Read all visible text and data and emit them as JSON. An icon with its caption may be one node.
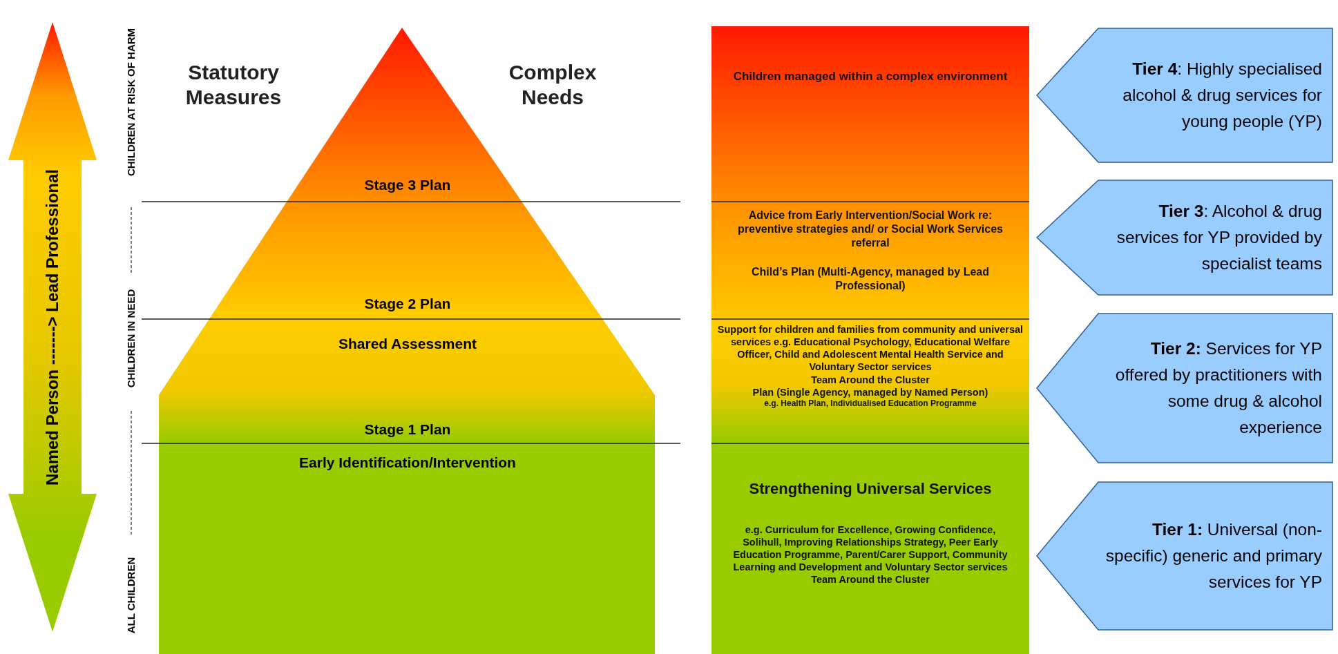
{
  "diagram": {
    "nodes": [
      {
        "text": [
          "Named Person -------> Lead Professional"
        ]
      },
      {
        "text": [
          "Stage 3 Plan",
          "Stage 2 Plan",
          "Shared Assessment",
          "Stage 1 Plan",
          "Early Identification/Intervention"
        ]
      },
      {
        "text": [
          "Children managed within a complex environment"
        ]
      },
      {
        "text": [
          "Advice from Early Intervention/Social Work re: preventive strategies and/ or Social Work Services referral",
          "Child’s Plan (Multi-Agency, managed by Lead Professional)"
        ]
      },
      {
        "text": [
          "Support for children and families from community and universal services e.g. Educational Psychology, Educational Welfare Officer, Child and Adolescent Mental Health Service and Voluntary Sector services",
          "Team Around the Cluster",
          "Plan (Single Agency, managed by Named Person)",
          "e.g. Health Plan, Individualised Education Programme"
        ]
      },
      {
        "text": [
          "Strengthening Universal Services",
          "e.g. Curriculum for Excellence, Growing Confidence, Solihull, Improving Relationships Strategy, Peer Early Education Programme, Parent/Carer Support, Community Learning and Development and Voluntary Sector services",
          "Team Around the Cluster"
        ]
      },
      {
        "text": [
          "**Tier 4**: Highly specialised alcohol & drug services for young people (YP)"
        ]
      },
      {
        "text": [
          "**Tier 3**: Alcohol & drug services for YP provided by specialist teams"
        ]
      },
      {
        "text": [
          "**Tier 2:** Services for YP offered by practitioners with some drug & alcohol experience"
        ]
      },
      {
        "text": [
          "**Tier 1:** Universal (non-specific) generic and primary services for YP"
        ]
      }
    ],
    "labels": [
      "Statutory Measures",
      "Complex Needs",
      "CHILDREN AT RISK OF HARM",
      "CHILDREN IN NEED",
      "ALL CHILDREN"
    ]
  }
}
